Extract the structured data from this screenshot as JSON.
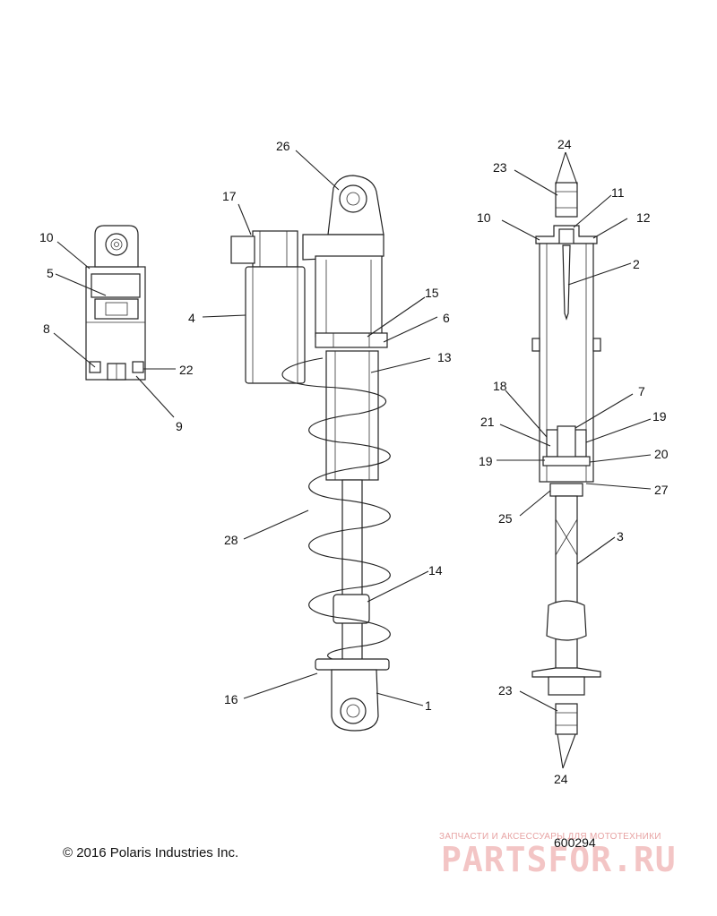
{
  "callouts": {
    "c1": "1",
    "c2": "2",
    "c3": "3",
    "c4": "4",
    "c5": "5",
    "c6": "6",
    "c7": "7",
    "c8": "8",
    "c9": "9",
    "c10a": "10",
    "c10b": "10",
    "c11": "11",
    "c12": "12",
    "c13": "13",
    "c14": "14",
    "c15": "15",
    "c16": "16",
    "c17": "17",
    "c18": "18",
    "c19a": "19",
    "c19b": "19",
    "c20": "20",
    "c21": "21",
    "c22": "22",
    "c23a": "23",
    "c23b": "23",
    "c24a": "24",
    "c24b": "24",
    "c25": "25",
    "c26": "26",
    "c27": "27",
    "c28": "28"
  },
  "footer": {
    "copyright": "© 2016 Polaris Industries Inc.",
    "drawing_number": "600294"
  },
  "watermark": {
    "tagline": "ЗАПЧАСТИ И АКСЕССУАРЫ ДЛЯ МОТОТЕХНИКИ",
    "brand": "PARTSFOR.RU"
  }
}
